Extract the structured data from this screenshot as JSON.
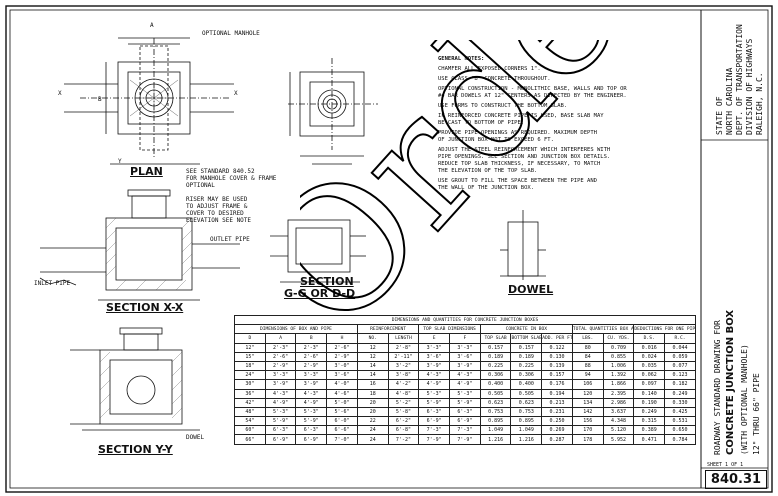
{
  "labels": {
    "manhole": "OPTIONAL MANHOLE",
    "plan": "PLAN",
    "see_std": "SEE STANDARD 840.52",
    "see_std2": "FOR MANHOLE COVER & FRAME",
    "optional": "OPTIONAL",
    "riser1": "RISER MAY BE USED",
    "riser2": "TO ADJUST FRAME &",
    "riser3": "COVER TO DESIRED",
    "riser4": "ELEVATION SEE NOTE",
    "outlet": "OUTLET PIPE",
    "inlet": "INLET PIPE",
    "sec_xx": "SECTION X-X",
    "sec_yy": "SECTION Y-Y",
    "sec_gg": "SECTION",
    "sec_gg2": "G-G OR D-D",
    "dowel": "DOWEL",
    "dowel_lbl": "DOWEL",
    "dim_a": "A",
    "dim_b": "B",
    "dim_x": "X",
    "dim_y": "Y"
  },
  "notes": {
    "title": "GENERAL NOTES:",
    "n1": "CHAMFER ALL EXPOSED CORNERS 1\".",
    "n2": "USE CLASS \"B\" CONCRETE THROUGHOUT.",
    "n3": "OPTIONAL CONSTRUCTION - MONOLITHIC BASE, WALLS AND TOP OR",
    "n4": "#4 BAR DOWELS AT 12\" CENTERS AS DIRECTED BY THE ENGINEER.",
    "n5": "USE FORMS TO CONSTRUCT THE BOTTOM SLAB.",
    "n6": "IF REINFORCED CONCRETE PIPE IS USED, BASE SLAB MAY",
    "n7": "BE CAST TO BOTTOM OF PIPE.",
    "n8": "PROVIDE PIPE OPENINGS AS REQUIRED. MAXIMUM DEPTH",
    "n9": "OF JUNCTION BOX NOT TO EXCEED 6 FT.",
    "n10": "ADJUST THE STEEL REINFORCEMENT WHICH INTERFERES WITH",
    "n11": "PIPE OPENINGS. SEE SECTION AND JUNCTION BOX DETAILS.",
    "n12": "REDUCE TOP SLAB THICKNESS, IF NECESSARY, TO MATCH",
    "n13": "THE ELEVATION OF THE TOP SLAB.",
    "n14": "USE GROUT TO FILL THE SPACE BETWEEN THE PIPE AND",
    "n15": "THE WALL OF THE JUNCTION BOX."
  },
  "title_block": {
    "state1": "STATE OF",
    "state2": "NORTH CAROLINA",
    "dept1": "DEPT. OF TRANSPORTATION",
    "dept2": "DIVISION OF HIGHWAYS",
    "city": "RALEIGH, N.C.",
    "std": "ROADWAY STANDARD DRAWING FOR",
    "main": "CONCRETE JUNCTION BOX",
    "sub": "(WITH OPTIONAL MANHOLE)",
    "range": "12\" THRU 66\" PIPE",
    "sheet_lbl": "SHEET 1 OF 1",
    "sheet_no": "840.31"
  },
  "table": {
    "title": "DIMENSIONS AND QUANTITIES FOR CONCRETE JUNCTION BOXES",
    "groups": [
      "DIMENSIONS OF BOX AND PIPE",
      "REINFORCEMENT",
      "TOP SLAB DIMENSIONS",
      "CONCRETE IN BOX",
      "TOTAL QUANTITIES BOX AND SLAB",
      "DEDUCTIONS FOR ONE PIPE"
    ],
    "headers": [
      "D",
      "A",
      "B",
      "H",
      "NO.",
      "LENGTH",
      "E",
      "F",
      "TOP SLAB",
      "BOTTOM SLAB",
      "ADD. PER FT.",
      "LBS.",
      "CU. YDS.",
      "D.S.",
      "R.C."
    ],
    "rows": [
      [
        "12\"",
        "2'-3\"",
        "2'-3\"",
        "2'-6\"",
        "12",
        "2'-8\"",
        "3'-3\"",
        "3'-3\"",
        "0.157",
        "0.157",
        "0.122",
        "80",
        "0.709",
        "0.016",
        "0.044"
      ],
      [
        "15\"",
        "2'-6\"",
        "2'-6\"",
        "2'-9\"",
        "12",
        "2'-11\"",
        "3'-6\"",
        "3'-6\"",
        "0.189",
        "0.189",
        "0.130",
        "84",
        "0.855",
        "0.024",
        "0.059"
      ],
      [
        "18\"",
        "2'-9\"",
        "2'-9\"",
        "3'-0\"",
        "14",
        "3'-2\"",
        "3'-9\"",
        "3'-9\"",
        "0.225",
        "0.225",
        "0.139",
        "88",
        "1.006",
        "0.035",
        "0.077"
      ],
      [
        "24\"",
        "3'-3\"",
        "3'-3\"",
        "3'-6\"",
        "14",
        "3'-8\"",
        "4'-3\"",
        "4'-3\"",
        "0.306",
        "0.306",
        "0.157",
        "94",
        "1.392",
        "0.062",
        "0.123"
      ],
      [
        "30\"",
        "3'-9\"",
        "3'-9\"",
        "4'-0\"",
        "16",
        "4'-2\"",
        "4'-9\"",
        "4'-9\"",
        "0.400",
        "0.400",
        "0.176",
        "106",
        "1.866",
        "0.097",
        "0.182"
      ],
      [
        "36\"",
        "4'-3\"",
        "4'-3\"",
        "4'-6\"",
        "18",
        "4'-8\"",
        "5'-3\"",
        "5'-3\"",
        "0.505",
        "0.505",
        "0.194",
        "120",
        "2.395",
        "0.140",
        "0.249"
      ],
      [
        "42\"",
        "4'-9\"",
        "4'-9\"",
        "5'-0\"",
        "20",
        "5'-2\"",
        "5'-9\"",
        "5'-9\"",
        "0.623",
        "0.623",
        "0.213",
        "134",
        "2.986",
        "0.190",
        "0.330"
      ],
      [
        "48\"",
        "5'-3\"",
        "5'-3\"",
        "5'-6\"",
        "20",
        "5'-8\"",
        "6'-3\"",
        "6'-3\"",
        "0.753",
        "0.753",
        "0.231",
        "142",
        "3.637",
        "0.249",
        "0.425"
      ],
      [
        "54\"",
        "5'-9\"",
        "5'-9\"",
        "6'-0\"",
        "22",
        "6'-2\"",
        "6'-9\"",
        "6'-9\"",
        "0.895",
        "0.895",
        "0.250",
        "156",
        "4.348",
        "0.315",
        "0.531"
      ],
      [
        "60\"",
        "6'-3\"",
        "6'-3\"",
        "6'-6\"",
        "24",
        "6'-8\"",
        "7'-3\"",
        "7'-3\"",
        "1.049",
        "1.049",
        "0.269",
        "170",
        "5.120",
        "0.389",
        "0.650"
      ],
      [
        "66\"",
        "6'-9\"",
        "6'-9\"",
        "7'-0\"",
        "24",
        "7'-2\"",
        "7'-9\"",
        "7'-9\"",
        "1.216",
        "1.216",
        "0.287",
        "178",
        "5.952",
        "0.471",
        "0.784"
      ]
    ]
  },
  "watermark": "Order Now"
}
